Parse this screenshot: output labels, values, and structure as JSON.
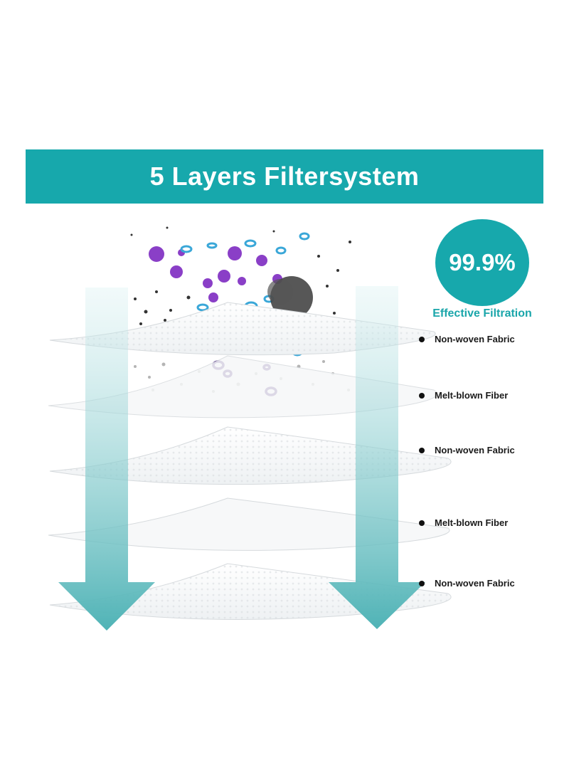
{
  "banner": {
    "title": "5 Layers Filtersystem"
  },
  "badge": {
    "value": "99.9%",
    "caption": "Effective Filtration"
  },
  "layers": [
    {
      "label": "Non-woven Fabric"
    },
    {
      "label": "Melt-blown Fiber"
    },
    {
      "label": "Non-woven Fabric"
    },
    {
      "label": "Melt-blown Fiber"
    },
    {
      "label": "Non-woven Fabric"
    }
  ],
  "colors": {
    "accent": "#17a8ac",
    "virus": "#8a3fc7",
    "bacteria": "#3aa7d8",
    "dust": "#333333"
  }
}
